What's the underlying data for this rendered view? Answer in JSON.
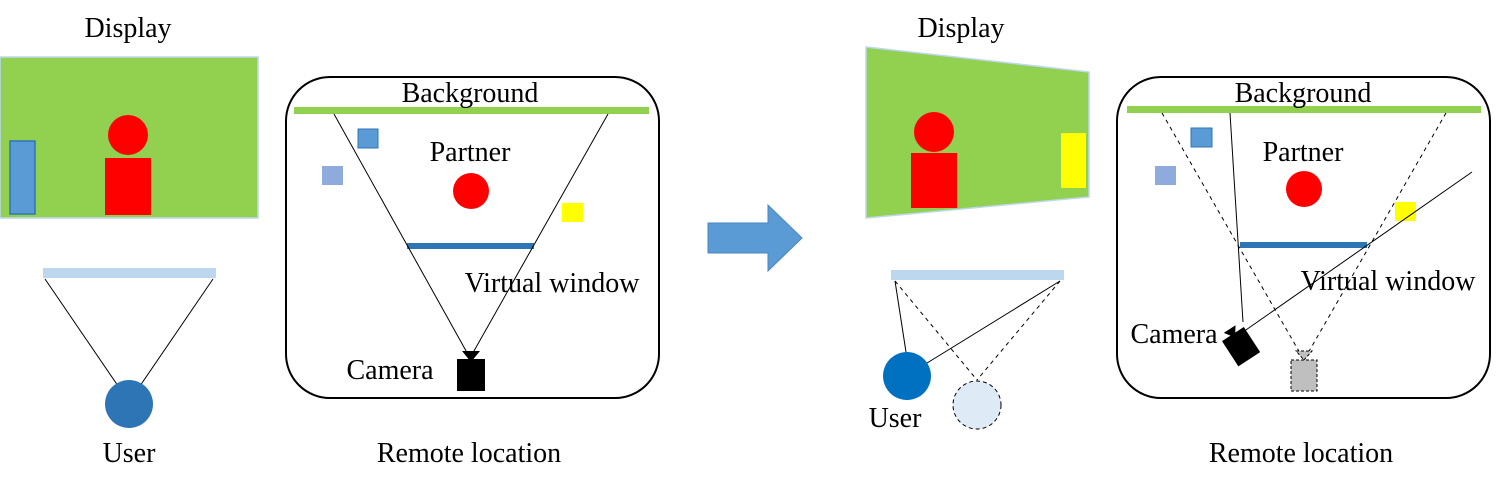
{
  "left": {
    "display_label": "Display",
    "user_label": "User",
    "remote_label": "Remote location",
    "background_label": "Background",
    "partner_label": "Partner",
    "virtual_window_label": "Virtual window",
    "camera_label": "Camera"
  },
  "right": {
    "display_label": "Display",
    "user_label": "User",
    "remote_label": "Remote location",
    "background_label": "Background",
    "partner_label": "Partner",
    "virtual_window_label": "Virtual window",
    "camera_label": "Camera"
  },
  "colors": {
    "display_green": "#92d050",
    "partner_red": "#ff0000",
    "object_blue": "#5b9bd5",
    "object_light_blue": "#8faadc",
    "object_yellow": "#ffff00",
    "window_blue": "#2e75b6",
    "screen_light_blue": "#bdd7ee",
    "user_blue": "#2e75b6",
    "user_ghost": "#deebf7",
    "arrow_blue": "#5b9bd5",
    "camera_black": "#000000",
    "camera_ghost": "#bfbfbf"
  },
  "icons": [
    "user-circle",
    "camera-icon",
    "arrow-right"
  ]
}
